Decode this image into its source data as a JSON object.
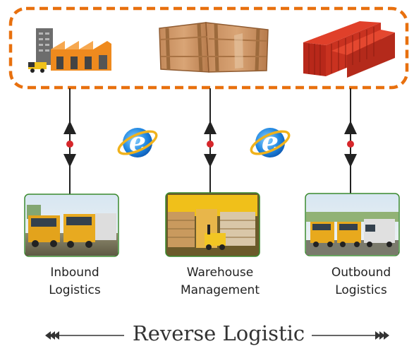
{
  "nodes": [
    {
      "id": "inbound",
      "line1": "Inbound",
      "line2": "Logistics",
      "top_icon": "factory-icon",
      "photo": "trucks-photo-icon"
    },
    {
      "id": "warehouse",
      "line1": "Warehouse",
      "line2": "Management",
      "top_icon": "wooden-crates-icon",
      "photo": "warehouse-photo-icon"
    },
    {
      "id": "outbound",
      "line1": "Outbound",
      "line2": "Logistics",
      "top_icon": "shipping-containers-icon",
      "photo": "fleet-photo-icon"
    }
  ],
  "connector_icon": "internet-explorer-icon",
  "footer": {
    "title": "Reverse Logistic"
  },
  "colors": {
    "dashed_border": "#e8700e",
    "connector_line": "#222222",
    "junction_dot": "#d6262a",
    "photo_border": "#3a8a2e"
  }
}
